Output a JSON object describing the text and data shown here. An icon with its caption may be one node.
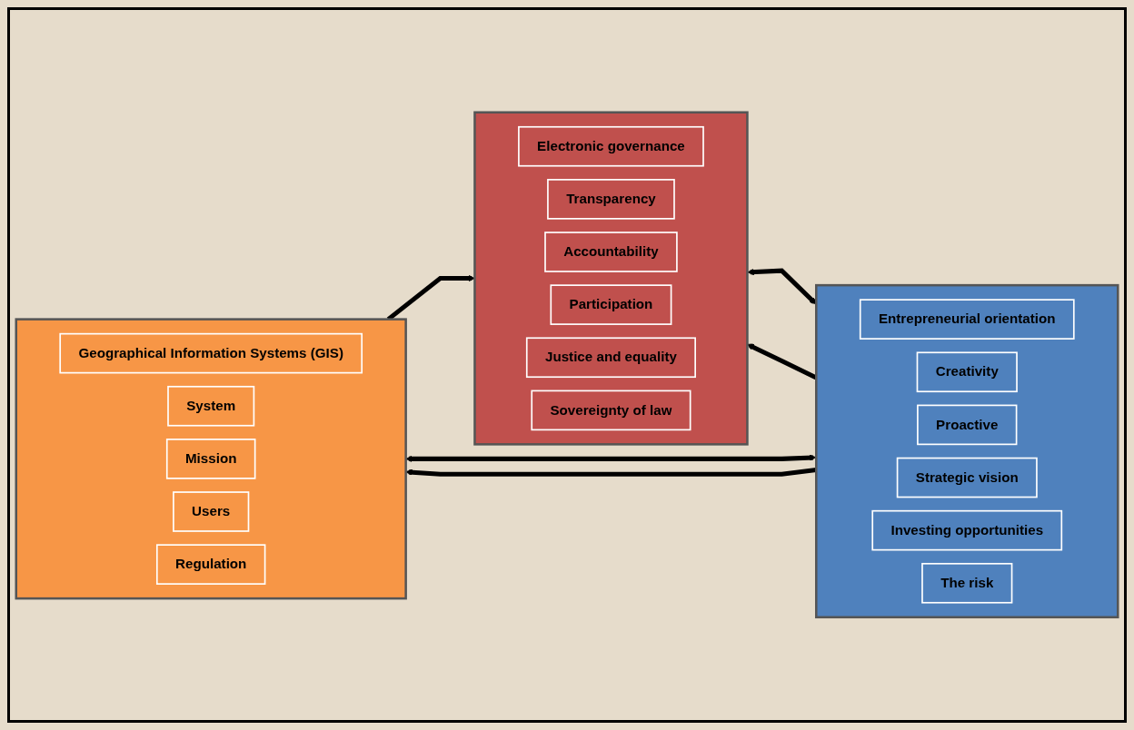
{
  "diagram": {
    "nodes": [
      {
        "text": [],
        "shape": "box"
      },
      {
        "text": [
          "Electronic governance"
        ],
        "in": 0
      },
      {
        "text": [
          "Transparency"
        ],
        "in": 0
      },
      {
        "text": [
          "Accountability"
        ],
        "in": 0
      },
      {
        "text": [
          "Participation"
        ],
        "in": 0
      },
      {
        "text": [
          "Justice and equality"
        ],
        "in": 0
      },
      {
        "text": [
          "Sovereignty of law"
        ],
        "in": 0
      },
      {
        "text": [],
        "shape": "box"
      },
      {
        "text": [
          "Entrepreneurial orientation"
        ],
        "in": 7
      },
      {
        "text": [
          "Creativity"
        ],
        "in": 7
      },
      {
        "text": [
          "Proactive"
        ],
        "in": 7
      },
      {
        "text": [
          "Strategic vision"
        ],
        "in": 7
      },
      {
        "text": [
          "Investing opportunities"
        ],
        "in": 7
      },
      {
        "text": [
          "The risk"
        ],
        "in": 7
      },
      {
        "text": [],
        "shape": "box"
      },
      {
        "text": [
          "Geographical Information Systems (GIS)"
        ],
        "in": 14
      },
      {
        "text": [
          "System"
        ],
        "in": 14
      },
      {
        "text": [
          "Mission"
        ],
        "in": 14
      },
      {
        "text": [
          "Users"
        ],
        "in": 14
      },
      {
        "text": [
          "Regulation"
        ],
        "in": 14
      }
    ],
    "edges": [
      {
        "from": 7,
        "to": 0,
        "arrow": "to"
      },
      {
        "from": 0,
        "to": 7,
        "arrow": "both"
      },
      {
        "from": 14,
        "to": 0,
        "arrow": "to"
      },
      {
        "from": 7,
        "to": 14,
        "arrow": "both"
      },
      {
        "from": 7,
        "to": 14,
        "arrow": "to"
      }
    ]
  }
}
